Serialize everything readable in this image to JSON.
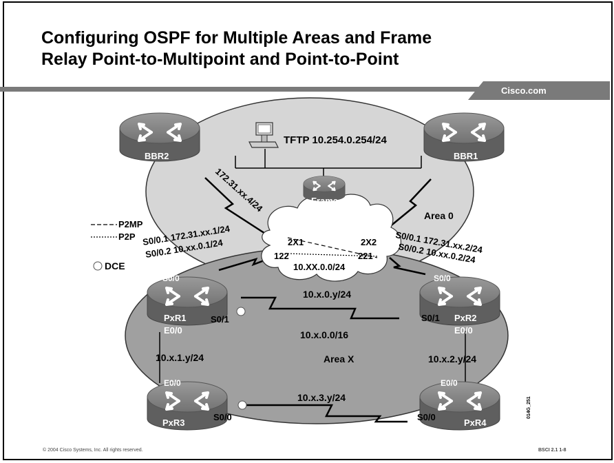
{
  "slide": {
    "title_line1": "Configuring OSPF for Multiple Areas and Frame",
    "title_line2": "Relay Point-to-Multipoint and Point-to-Point",
    "brand": "Cisco.com",
    "copyright": "© 2004 Cisco Systems, Inc. All rights reserved.",
    "page_number": "BSCI 2.1   1-8",
    "figure_id": "014G_251"
  },
  "diagram": {
    "routers": {
      "bbr2": "BBR2",
      "bbr1": "BBR1",
      "frame": "Frame",
      "pxr1": "PxR1",
      "pxr2": "PxR2",
      "pxr3": "PxR3",
      "pxr4": "PxR4"
    },
    "tftp_label": "TFTP 10.254.0.254/24",
    "area0_label": "Area 0",
    "areax_label": "Area X",
    "legend": {
      "p2mp": "P2MP",
      "p2p": "P2P",
      "dce": "DCE"
    },
    "links": {
      "bbr2_frame": "172.31.xx.4/24",
      "pxr1_s0_1": "S0/0.1 172.31.xx.1/24",
      "pxr1_s0_2": "S0/0.2 10.xx.0.1/24",
      "pxr2_s0_1": "S0/0.1 172.31.xx.2/24",
      "pxr2_s0_2": "S0/0.2 10.xx.0.2/24",
      "dlci_2x1": "2X1",
      "dlci_2x2": "2X2",
      "dlci_122": "122",
      "dlci_221": "221",
      "cloud_net": "10.XX.0.0/24",
      "net_0y": "10.x.0.y/24",
      "net_16": "10.x.0.0/16",
      "net_1y": "10.x.1.y/24",
      "net_2y": "10.x.2.y/24",
      "net_3y": "10.x.3.y/24"
    },
    "interfaces": {
      "pxr1_s00": "S0/0",
      "pxr1_s01": "S0/1",
      "pxr1_e00": "E0/0",
      "pxr2_s00": "S0/0",
      "pxr2_s01": "S0/1",
      "pxr2_e00": "E0/0",
      "pxr3_e00": "E0/0",
      "pxr3_s00": "S0/0",
      "pxr4_e00": "E0/0",
      "pxr4_s00": "S0/0"
    }
  },
  "colors": {
    "area0_fill": "#d8d8d8",
    "areax_fill": "#a0a0a0",
    "router_body": "#6e6e6e",
    "bar_gray": "#7a7a7a"
  }
}
